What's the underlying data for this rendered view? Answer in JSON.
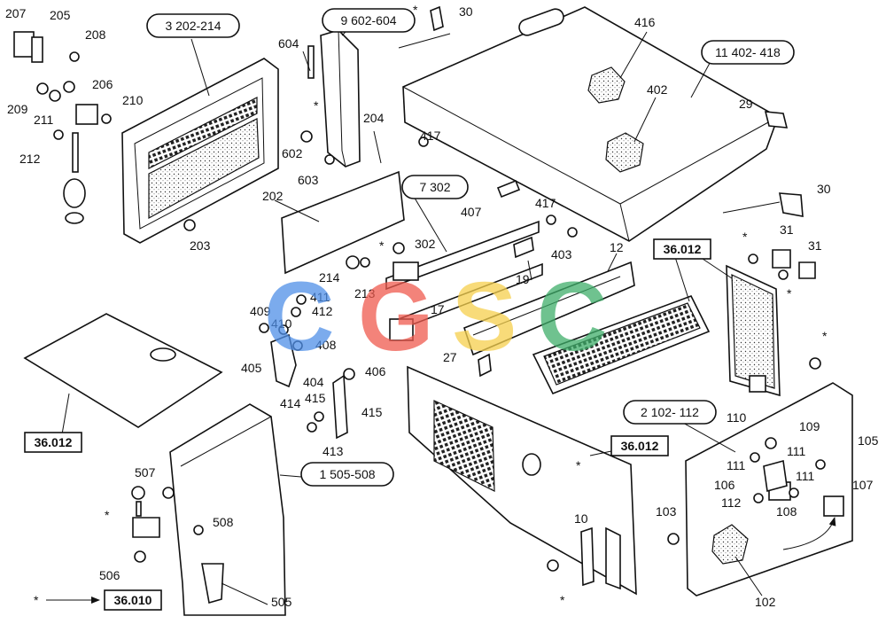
{
  "watermark": {
    "letters": [
      "C",
      "G",
      "S",
      "C"
    ],
    "colors": [
      "#4f8fe8",
      "#ef5a4e",
      "#f6d04d",
      "#3fae6a"
    ]
  },
  "references": {
    "pill_labels": [
      "3  202-214",
      "9  602-604",
      "11  402- 418",
      "7  302",
      "2  102- 112",
      "1  505-508"
    ],
    "box_labels": [
      "36.012",
      "36.012",
      "36.012",
      "36.010"
    ]
  },
  "callouts": {
    "top_left": [
      "207",
      "205",
      "208",
      "206",
      "209",
      "211",
      "210",
      "212"
    ],
    "top_middle": [
      "604",
      "*",
      "602",
      "603",
      "204",
      "202",
      "203",
      "*",
      "30"
    ],
    "top_right": [
      "416",
      "402",
      "29",
      "30",
      "417",
      "407",
      "417",
      "403",
      "12",
      "*",
      "31",
      "31",
      "*"
    ],
    "center": [
      "*",
      "302",
      "214",
      "213",
      "19",
      "411",
      "412",
      "409",
      "410",
      "408",
      "17",
      "405",
      "27",
      "406",
      "404",
      "415",
      "414",
      "415",
      "413"
    ],
    "right": [
      "*",
      "110",
      "109",
      "111",
      "111",
      "111",
      "105",
      "106",
      "107",
      "112",
      "108",
      "103",
      "102"
    ],
    "bottom": [
      "507",
      "*",
      "508",
      "506",
      "505",
      "10",
      "*",
      "*"
    ]
  }
}
